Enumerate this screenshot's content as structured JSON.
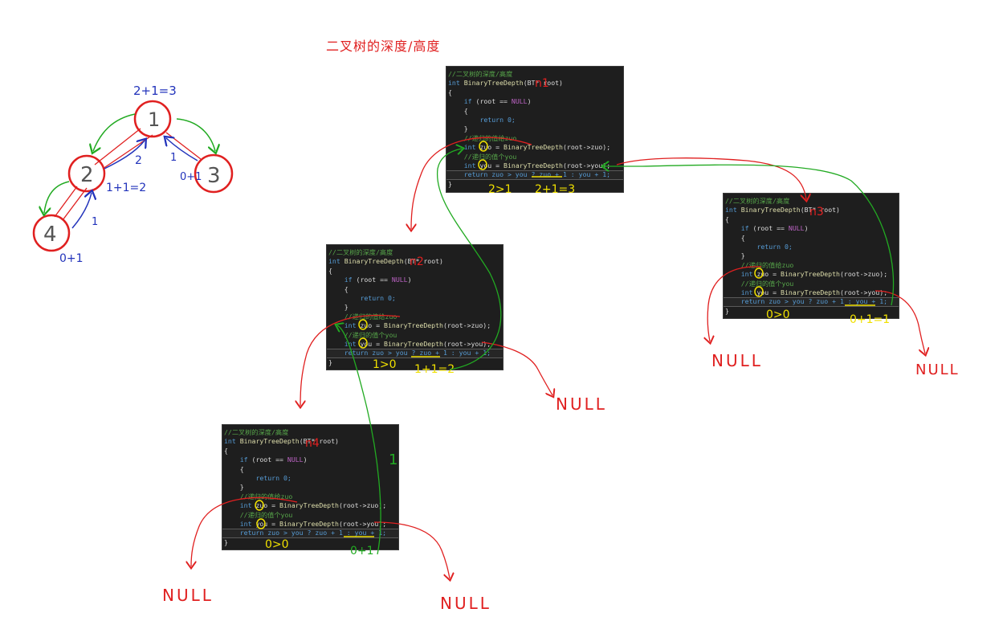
{
  "title": "二叉树的深度/高度",
  "tree": {
    "nodes": [
      {
        "id": "n1",
        "label": "1"
      },
      {
        "id": "n2",
        "label": "2"
      },
      {
        "id": "n3",
        "label": "3"
      },
      {
        "id": "n4",
        "label": "4"
      }
    ],
    "annotations": {
      "root_height": "2+1=3",
      "node2_height": "1+1=2",
      "node4_height": "0+1",
      "node3_height": "0+1",
      "ret_from_2": "2",
      "ret_from_3": "1",
      "ret_from_4": "1"
    }
  },
  "code": {
    "comment_title": "//二叉树的深度/高度",
    "signature_int": "int",
    "signature_fn": "BinaryTreeDepth",
    "signature_params": "(BT* root)",
    "open_brace": "{",
    "if_kw": "if",
    "if_cond": "(root == ",
    "null_kw": "NULL",
    "if_close": ")",
    "return0": "return 0;",
    "comment_zuo": "//递归的值给zuo",
    "comment_you": "//递归的值个you",
    "int_kw": "int",
    "zuo_decl": " zuo = ",
    "zuo_call": "(root->zuo);",
    "you_decl": " you = ",
    "you_call": "(root->you);",
    "return_line": "return zuo > you ? zuo + 1 : you + 1;",
    "close_brace": "}",
    "inner_open": "{",
    "inner_close": "}"
  },
  "panels": [
    {
      "id": "p1",
      "root_note": "n1",
      "compare_note": "2>1",
      "result_note": "2+1=3"
    },
    {
      "id": "p2",
      "root_note": "n3",
      "compare_note": "0>0",
      "result_note": "0+1=1"
    },
    {
      "id": "p3",
      "root_note": "n2",
      "compare_note": "1>0",
      "result_note": "1+1=2"
    },
    {
      "id": "p4",
      "root_note": "n4",
      "compare_note": "0>0",
      "result_note": "0+1"
    }
  ],
  "labels": {
    "null_a": "NULL",
    "null_b": "NULL",
    "null_c": "NULL",
    "null_d": "NULL",
    "null_e": "NULL",
    "return_one": "1"
  }
}
